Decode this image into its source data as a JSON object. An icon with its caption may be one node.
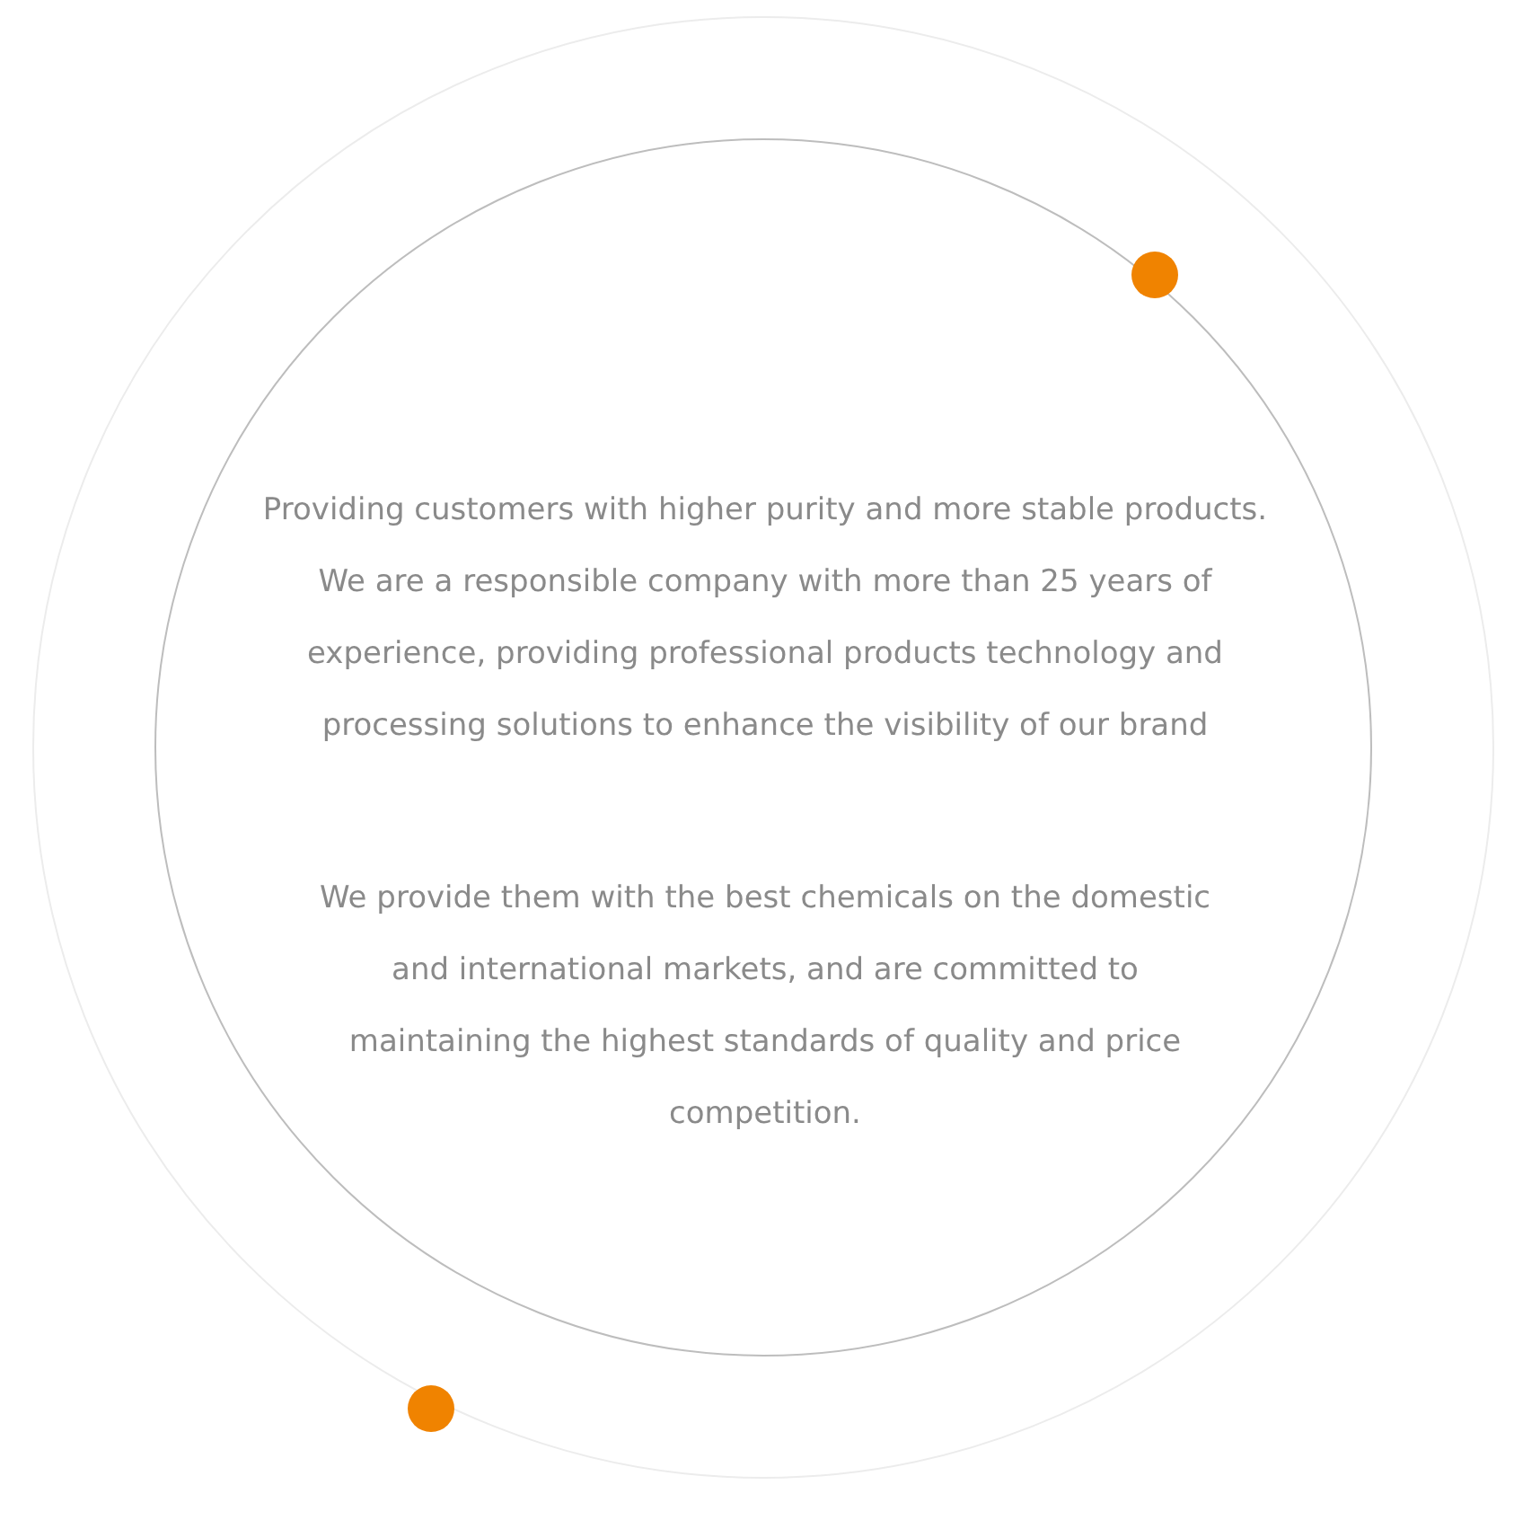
{
  "diagram": {
    "nodes": [
      {
        "text": [],
        "shape": "circle"
      },
      {
        "text": [
          "Providing customers with higher purity and more stable products. We are a responsible company with more than 25 years of experience, providing professional products technology and processing solutions to enhance the visibility of our brand",
          "We provide them with the best chemicals on the domestic and international markets, and are committed to maintaining the highest standards of quality and price competition."
        ],
        "in": 0
      }
    ]
  }
}
